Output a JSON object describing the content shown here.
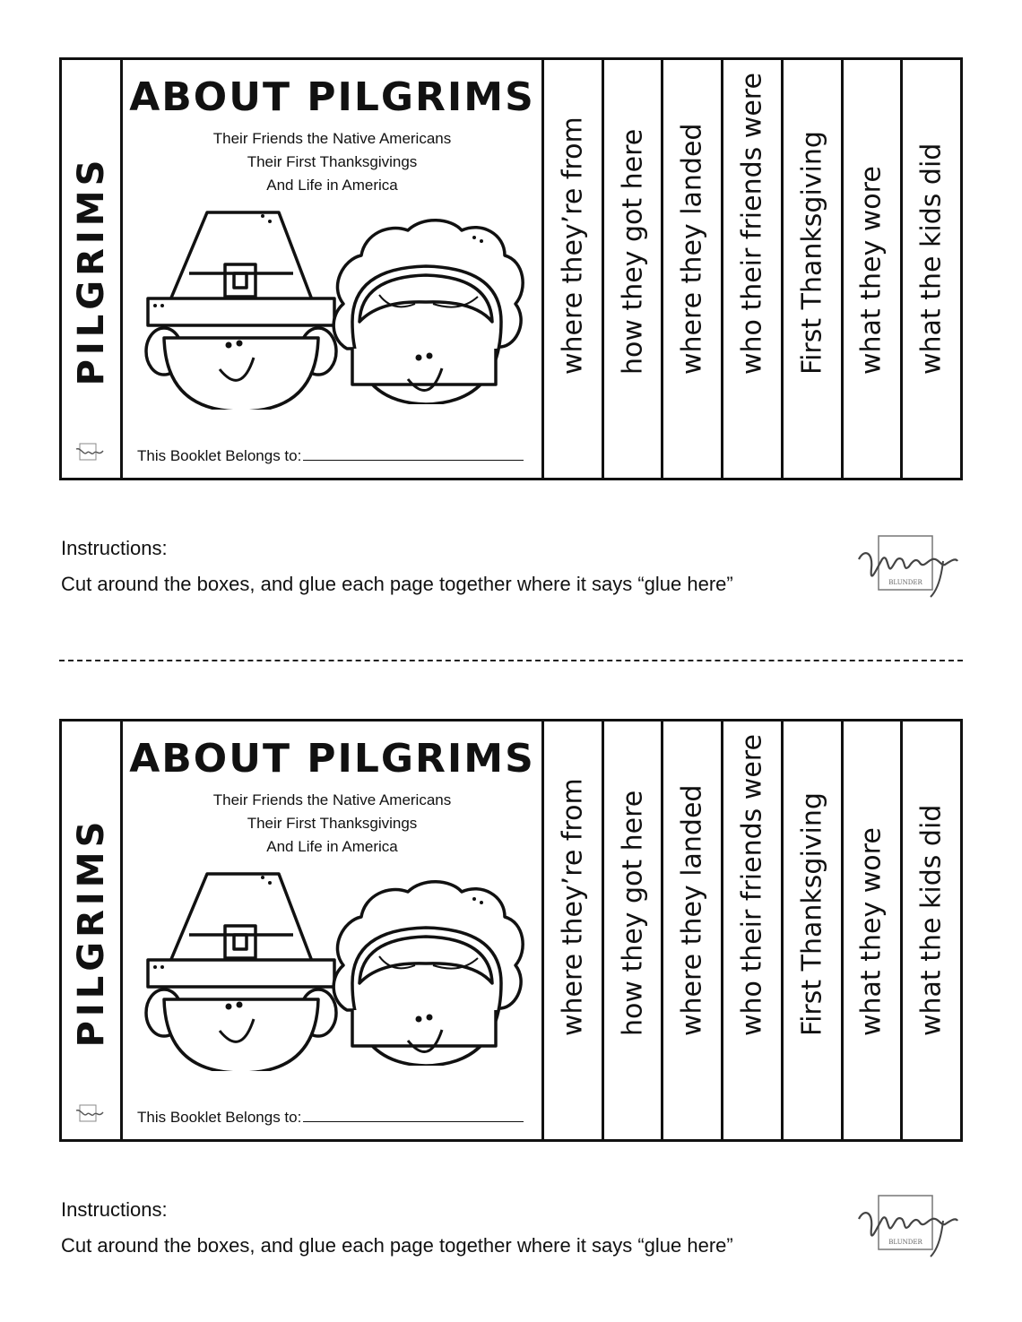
{
  "booklet": {
    "spine_title": "PILGRIMS",
    "title": "ABOUT PILGRIMS",
    "subtitle_lines": [
      "Their Friends the Native Americans",
      "Their First Thanksgivings",
      "And Life in America"
    ],
    "belongs_label": "This Booklet Belongs to:",
    "tabs": [
      "where they’re from",
      "how they got here",
      "where  they landed",
      "who their friends were",
      "First Thanksgiving",
      "what they wore",
      "what the kids did"
    ],
    "tabs_bottom": [
      "where they’re from",
      "how they got here",
      "where  they landed",
      "who their friends were",
      "First Thanksgiving",
      "what they wore",
      "what the kids did"
    ]
  },
  "instructions": {
    "heading": "Instructions:",
    "text": "Cut around the boxes, and glue each page together where it says “glue here”"
  },
  "logo": {
    "script": "Mommy",
    "sub": "BLUNDER"
  }
}
